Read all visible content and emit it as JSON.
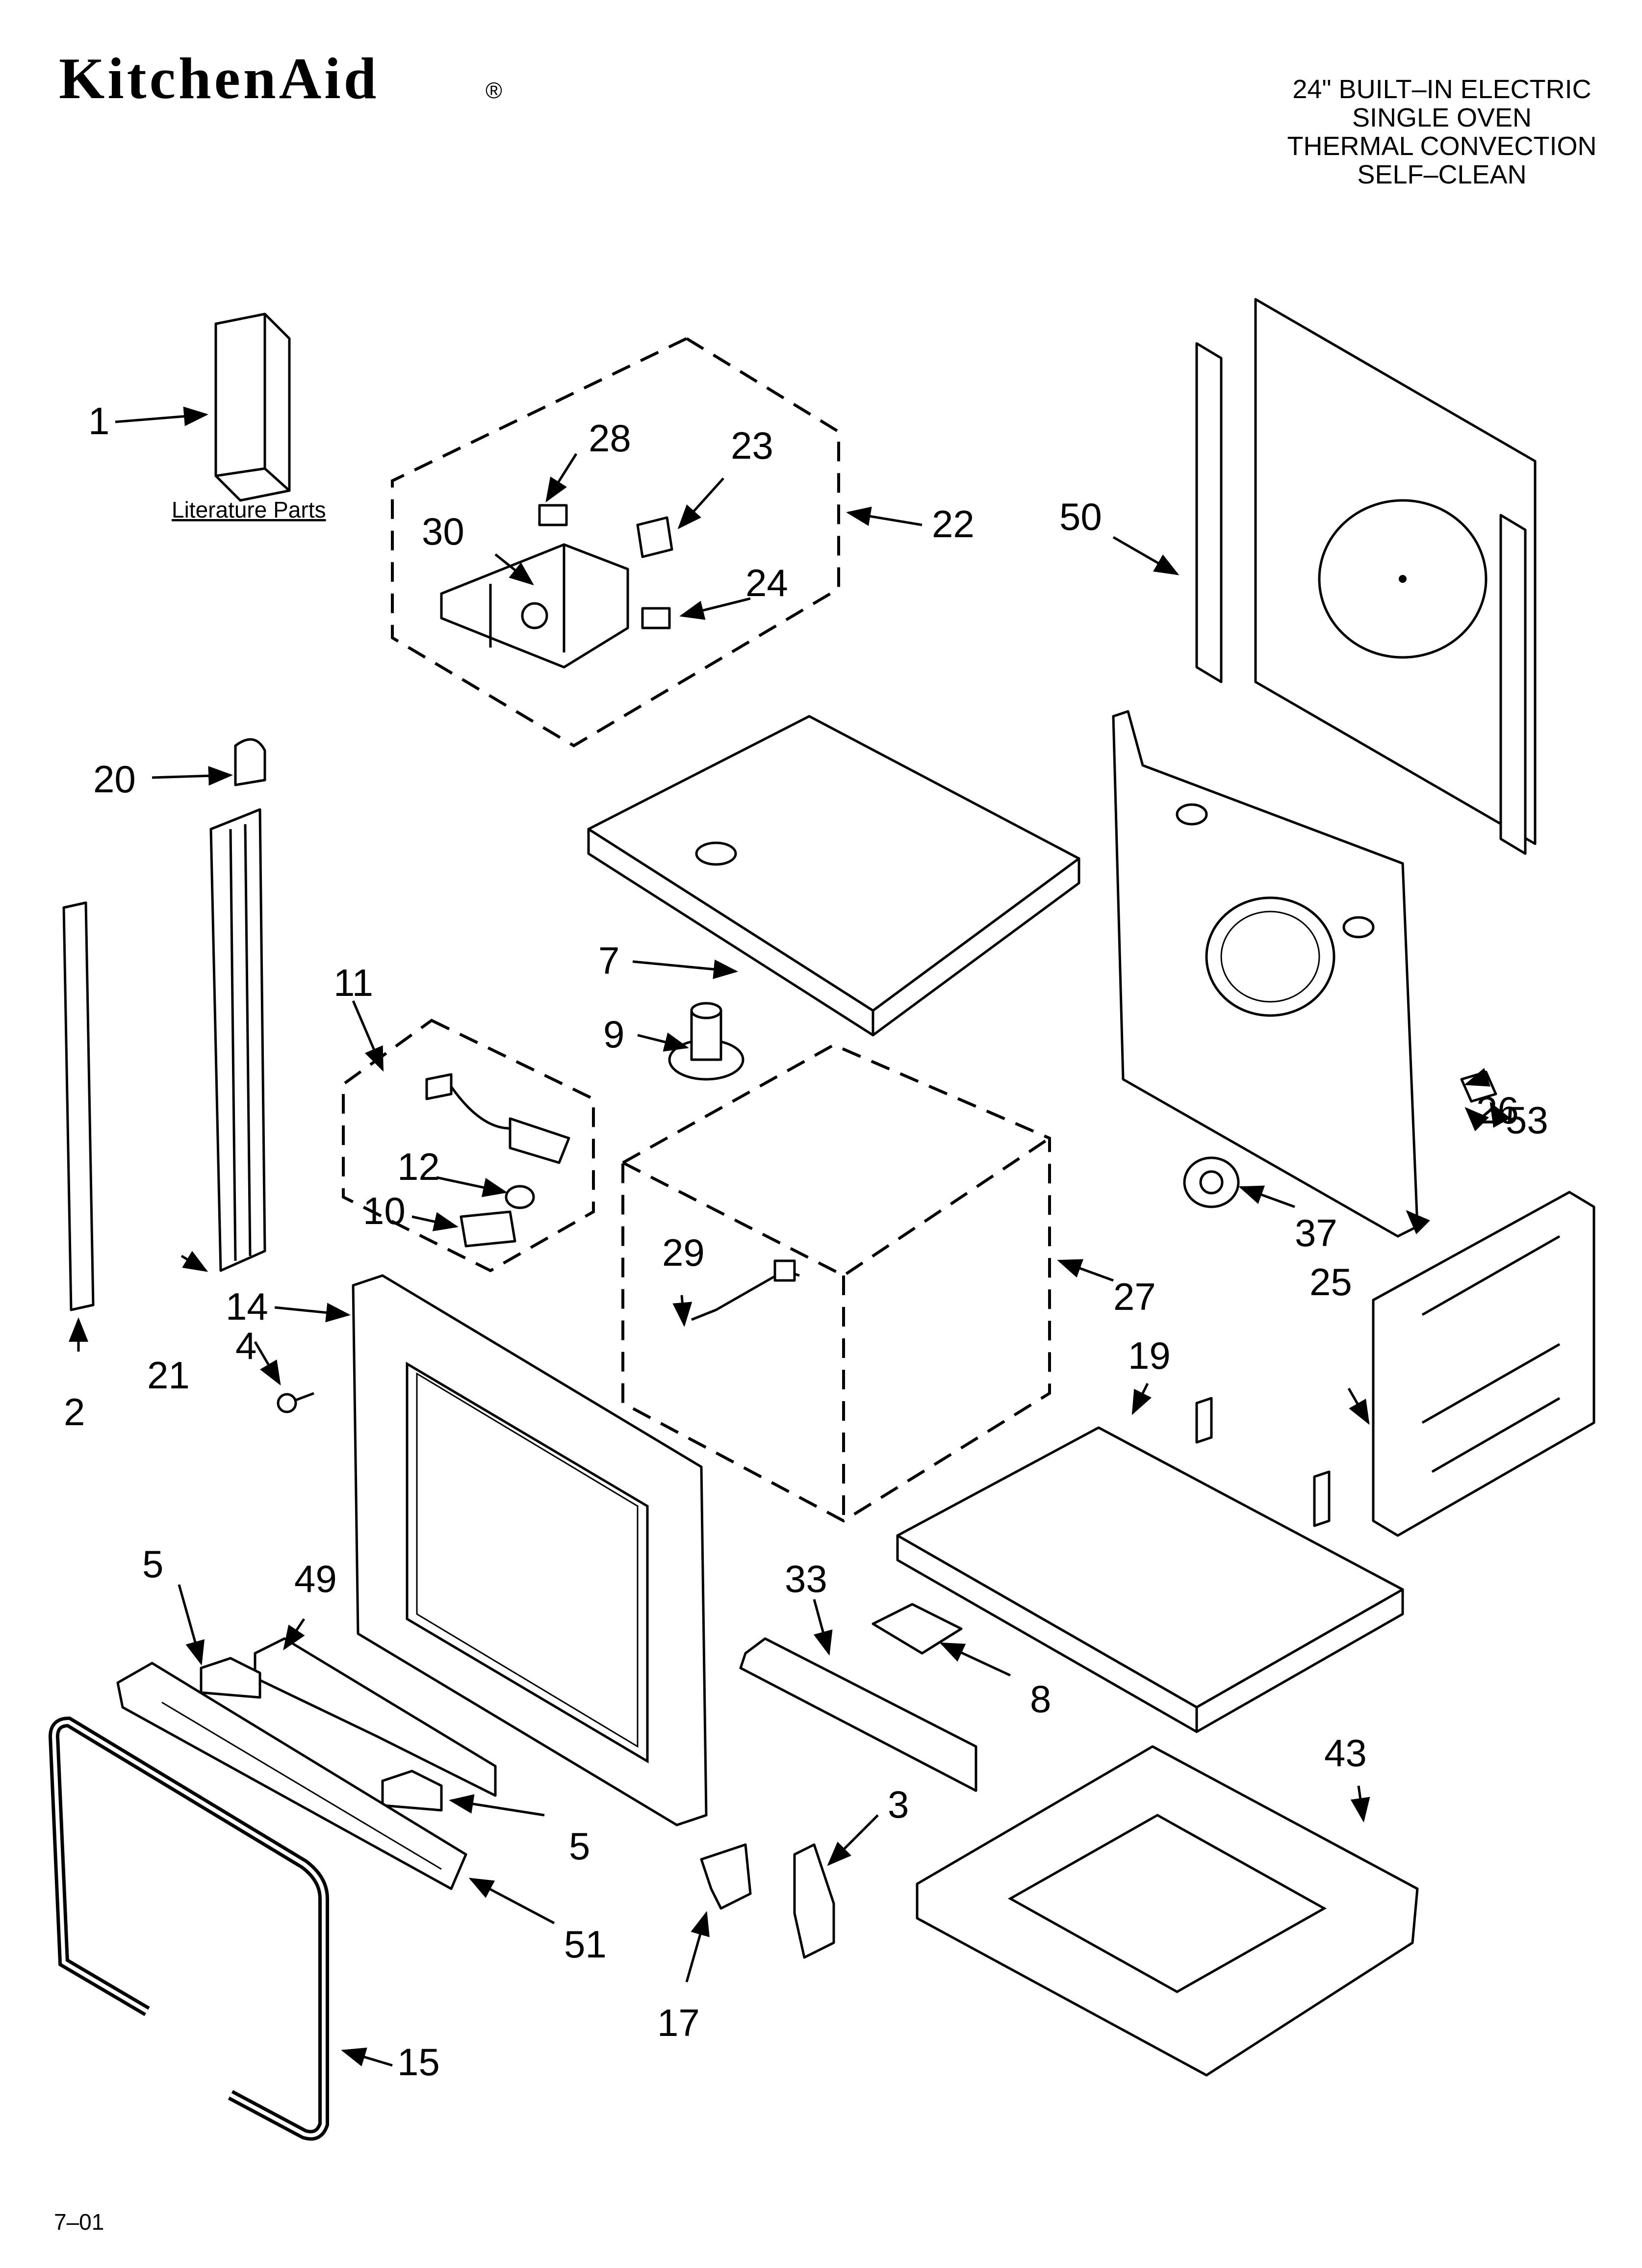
{
  "header": {
    "brand": "KitchenAid",
    "registered_mark": "®",
    "title_lines": [
      "24\" BUILT–IN ELECTRIC",
      "SINGLE OVEN",
      "THERMAL CONVECTION",
      "SELF–CLEAN"
    ]
  },
  "literature_label": "Literature Parts",
  "callouts": [
    {
      "id": "c1",
      "label": "1"
    },
    {
      "id": "c2",
      "label": "2"
    },
    {
      "id": "c3",
      "label": "3"
    },
    {
      "id": "c4",
      "label": "4"
    },
    {
      "id": "c5a",
      "label": "5"
    },
    {
      "id": "c5b",
      "label": "5"
    },
    {
      "id": "c7",
      "label": "7"
    },
    {
      "id": "c8",
      "label": "8"
    },
    {
      "id": "c9",
      "label": "9"
    },
    {
      "id": "c10",
      "label": "10"
    },
    {
      "id": "c11",
      "label": "11"
    },
    {
      "id": "c12",
      "label": "12"
    },
    {
      "id": "c14",
      "label": "14"
    },
    {
      "id": "c15",
      "label": "15"
    },
    {
      "id": "c17",
      "label": "17"
    },
    {
      "id": "c19",
      "label": "19"
    },
    {
      "id": "c20",
      "label": "20"
    },
    {
      "id": "c21",
      "label": "21"
    },
    {
      "id": "c22",
      "label": "22"
    },
    {
      "id": "c23",
      "label": "23"
    },
    {
      "id": "c24",
      "label": "24"
    },
    {
      "id": "c25",
      "label": "25"
    },
    {
      "id": "c26",
      "label": "26"
    },
    {
      "id": "c27",
      "label": "27"
    },
    {
      "id": "c28",
      "label": "28"
    },
    {
      "id": "c29",
      "label": "29"
    },
    {
      "id": "c30",
      "label": "30"
    },
    {
      "id": "c33",
      "label": "33"
    },
    {
      "id": "c37",
      "label": "37"
    },
    {
      "id": "c43",
      "label": "43"
    },
    {
      "id": "c49",
      "label": "49"
    },
    {
      "id": "c50",
      "label": "50"
    },
    {
      "id": "c51",
      "label": "51"
    },
    {
      "id": "c53",
      "label": "53"
    }
  ],
  "footer": {
    "code": "7–01"
  }
}
